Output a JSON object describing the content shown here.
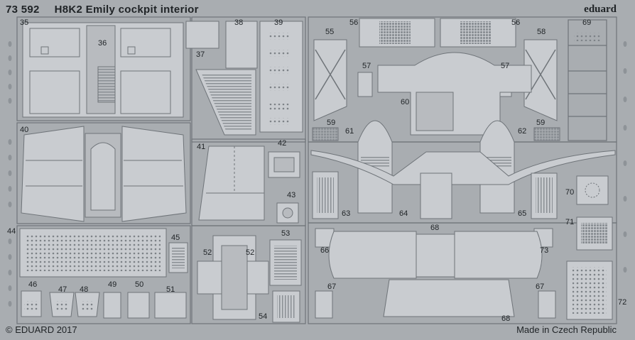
{
  "header": {
    "product_code": "73 592",
    "product_title": "H8K2 Emily cockpit interior",
    "brand": "eduard"
  },
  "footer": {
    "copyright": "© EDUARD 2017",
    "origin": "Made in Czech Republic"
  },
  "part_numbers": [
    "35",
    "36",
    "37",
    "38",
    "39",
    "40",
    "41",
    "42",
    "43",
    "44",
    "45",
    "46",
    "47",
    "48",
    "49",
    "50",
    "51",
    "52",
    "52",
    "53",
    "54",
    "55",
    "56",
    "56",
    "57",
    "57",
    "58",
    "59",
    "59",
    "60",
    "61",
    "62",
    "63",
    "64",
    "65",
    "66",
    "67",
    "67",
    "68",
    "68",
    "69",
    "70",
    "71",
    "72",
    "73"
  ],
  "colors": {
    "sheet": "#a9adb1",
    "part_fill": "#c9ccd0",
    "part_outline": "#6f7479",
    "ink": "#1f2326"
  }
}
